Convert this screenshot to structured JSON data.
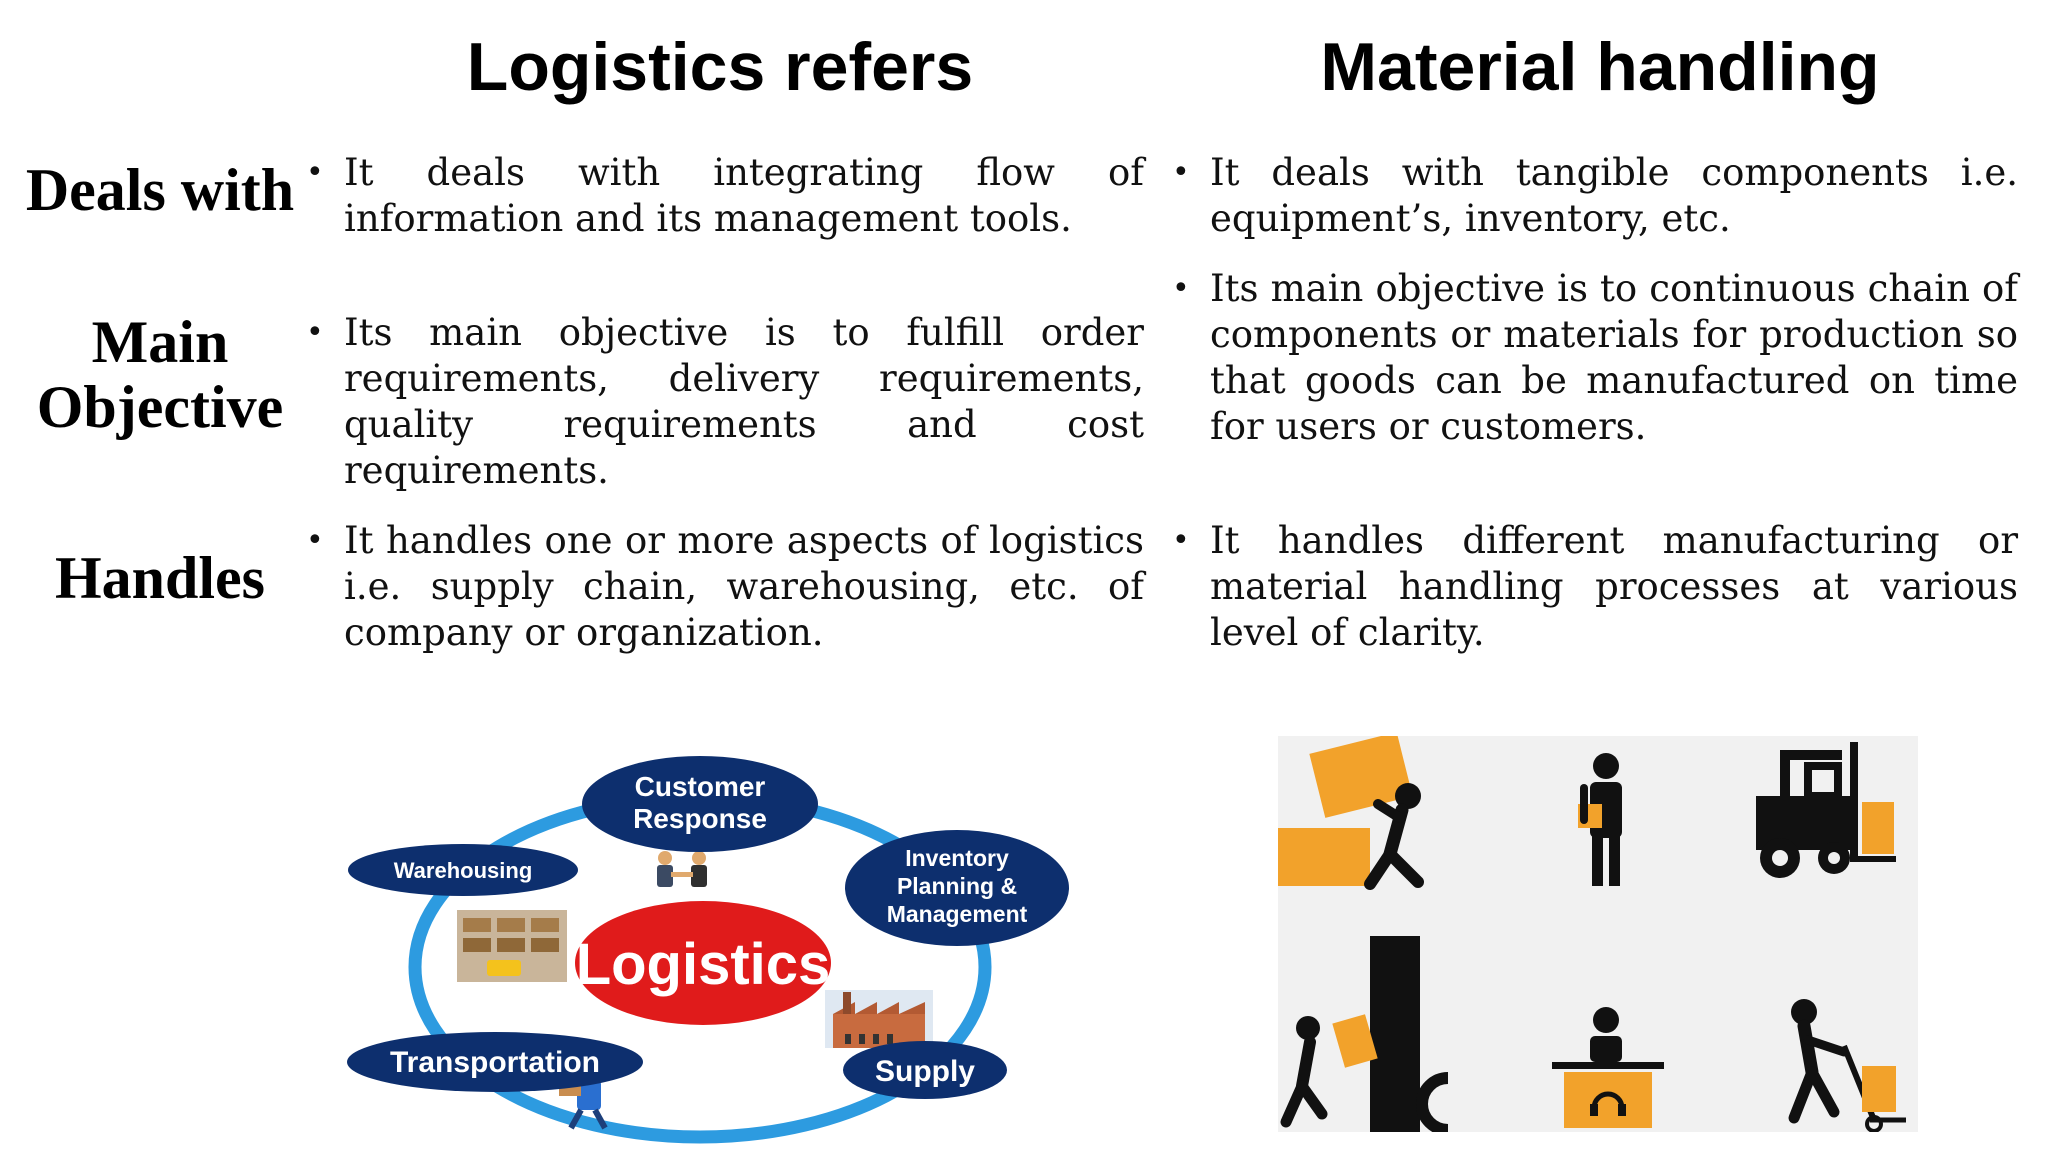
{
  "headers": {
    "left": "Logistics refers",
    "right": "Material handling"
  },
  "rows": [
    {
      "label": "Deals with",
      "logistics": "It deals with integrating flow of information and its management tools.",
      "material": "It deals with tangible components i.e. equipment’s, inventory, etc."
    },
    {
      "label": "Main Objective",
      "logistics": "Its main objective is to fulfill order requirements, delivery requirements, quality requirements and cost requirements.",
      "material": "Its main objective is to continuous chain of components or materials for production so that goods can be manufactured on time for users or customers."
    },
    {
      "label": "Handles",
      "logistics": "It handles one or more aspects of logistics i.e. supply chain, warehousing, etc. of company or organization.",
      "material": "It handles different manufacturing or material handling processes at various level of clarity."
    }
  ],
  "diagram": {
    "center": "Logistics",
    "nodes": {
      "customer_1": "Customer",
      "customer_2": "Response",
      "inventory_1": "Inventory",
      "inventory_2": "Planning &",
      "inventory_3": "Management",
      "warehousing": "Warehousing",
      "transportation": "Transportation",
      "supply": "Supply"
    },
    "colors": {
      "node": "#0d2f6e",
      "center": "#e01b1b",
      "ring": "#2d9be0"
    }
  },
  "icons": {
    "accent": "#f2a22b",
    "items": [
      "worker-pushing-box-icon",
      "person-holding-box-icon",
      "forklift-icon",
      "worker-climbing-icon",
      "support-desk-icon",
      "hand-truck-icon"
    ]
  }
}
